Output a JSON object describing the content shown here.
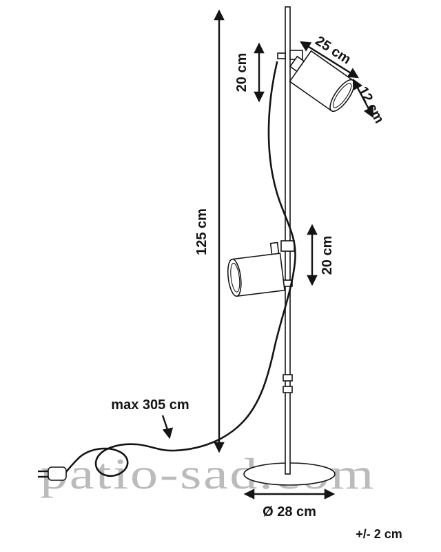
{
  "labels": {
    "height": "125 cm",
    "top_offset": "20 cm",
    "head_length": "25 cm",
    "head_diameter": "12 cm",
    "bottom_offset": "20 cm",
    "cord_length": "max 305 cm",
    "base_diameter": "Ø 28 cm",
    "tolerance": "+/- 2 cm"
  },
  "watermark": "patio-sad.com",
  "colors": {
    "line": "#141414",
    "watermark": "#b0b0b0",
    "background": "#ffffff"
  }
}
